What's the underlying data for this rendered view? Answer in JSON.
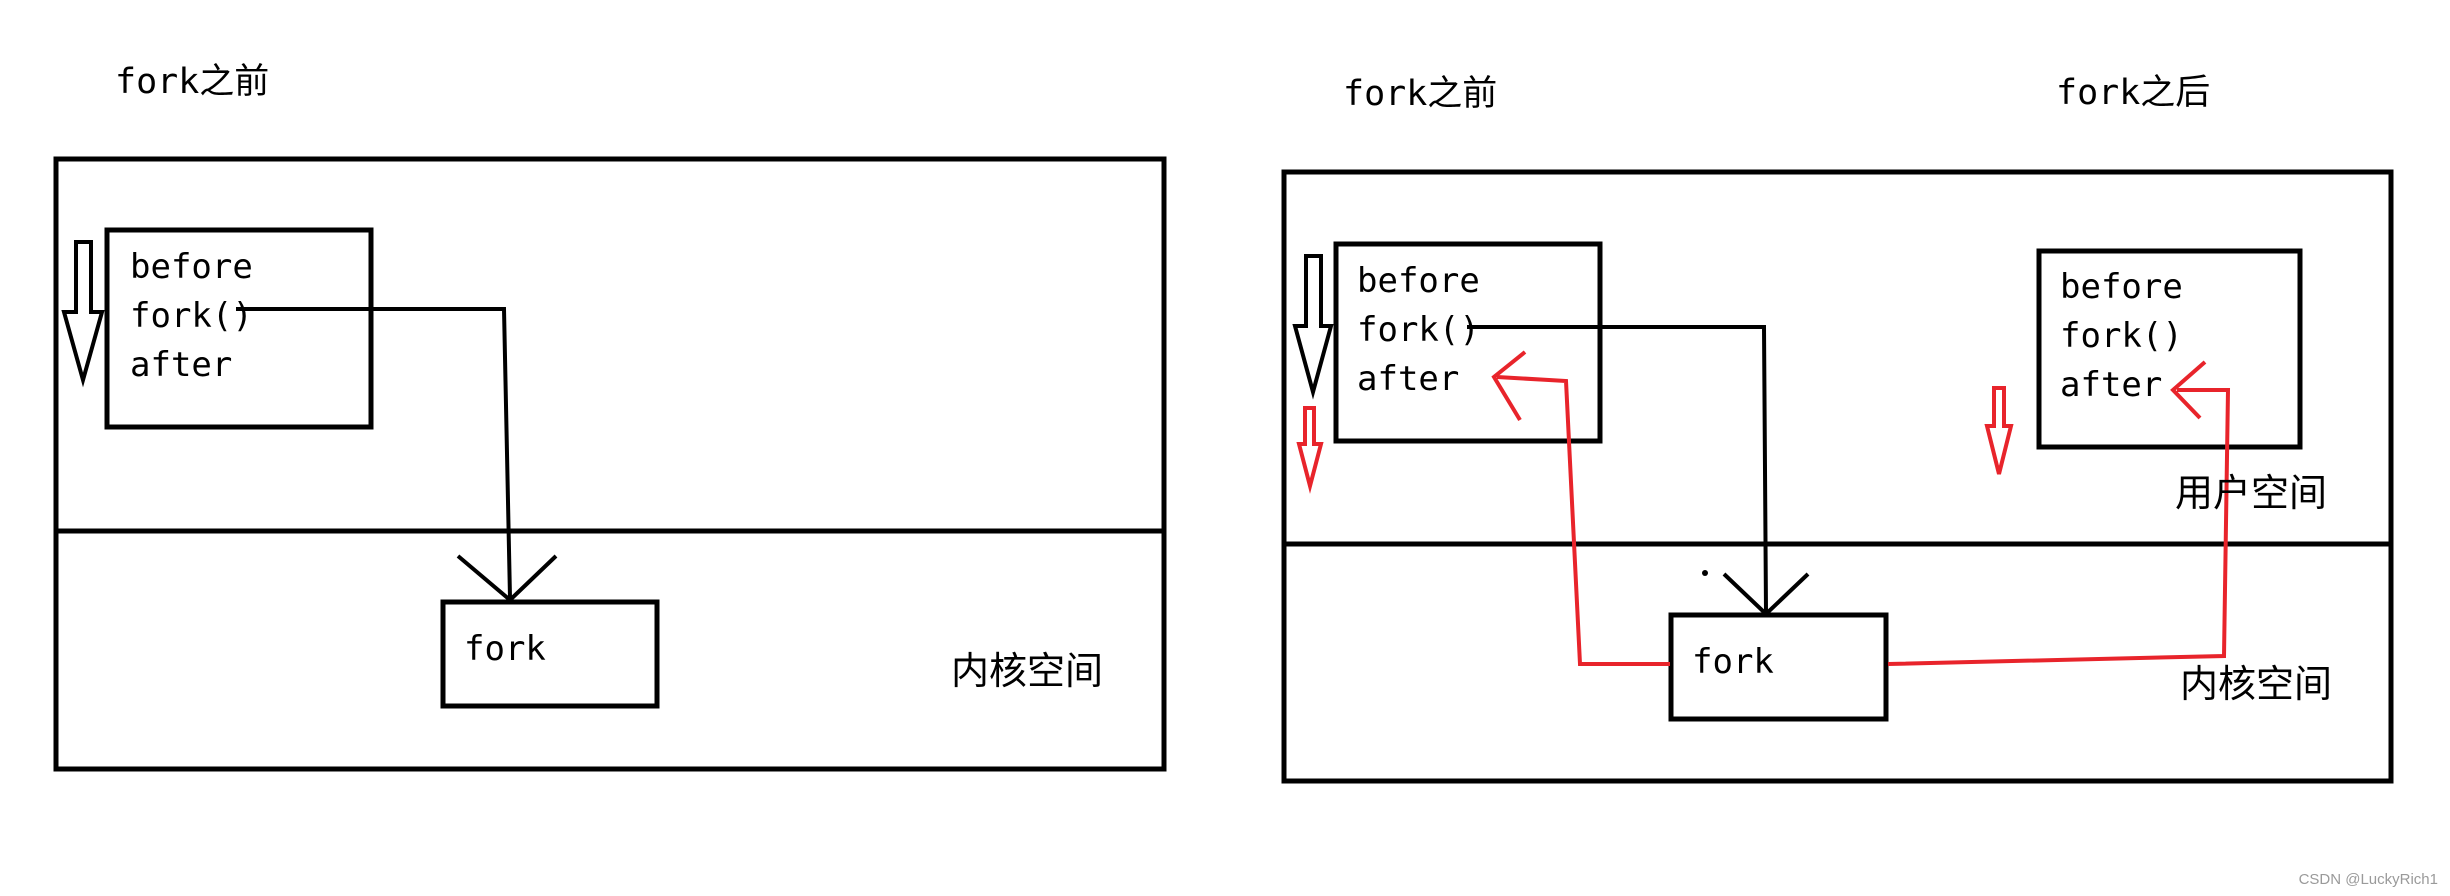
{
  "left_panel": {
    "heading": "fork之前",
    "code_lines": [
      "before",
      "fork()",
      "after"
    ],
    "kernel_box_label": "fork",
    "kernel_space_label": "内核空间"
  },
  "right_panel": {
    "heading_before": "fork之前",
    "heading_after": "fork之后",
    "parent_code_lines": [
      "before",
      "fork()",
      "after"
    ],
    "child_code_lines": [
      "before",
      "fork()",
      "after"
    ],
    "kernel_box_label": "fork",
    "user_space_label": "用户空间",
    "kernel_space_label": "内核空间"
  },
  "watermark": "CSDN @LuckyRich1",
  "colors": {
    "outline": "#000000",
    "return_path": "#e8242b",
    "background": "#ffffff"
  }
}
